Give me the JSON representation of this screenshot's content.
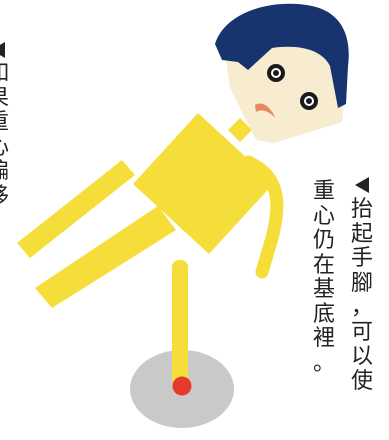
{
  "caption": {
    "lines": [
      "抬起手腳，可以使",
      "重心仍在基底裡。"
    ]
  },
  "left_caption": {
    "text": "如果重心偏移"
  },
  "colors": {
    "body": "#f6de3a",
    "hair": "#17346e",
    "face": "#f7ebd0",
    "mouth": "#e8885c",
    "base": "#c9c9c9",
    "center_dot": "#e63a2a"
  }
}
